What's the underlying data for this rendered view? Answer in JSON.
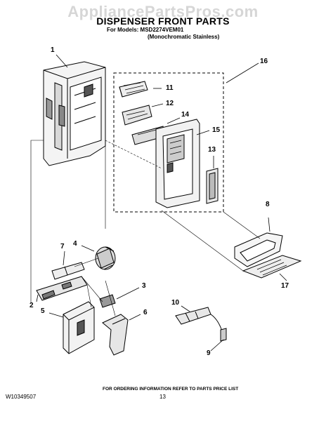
{
  "watermark": "AppliancePartsPros.com",
  "header": {
    "title": "DISPENSER FRONT PARTS",
    "models_line": "For Models: MSD2274VEM01",
    "finish_line": "(Monochromatic Stainless)"
  },
  "callouts": [
    "1",
    "2",
    "3",
    "4",
    "5",
    "6",
    "7",
    "8",
    "9",
    "10",
    "11",
    "12",
    "13",
    "14",
    "15",
    "16",
    "17"
  ],
  "footer": {
    "order_info": "FOR ORDERING INFORMATION REFER TO PARTS PRICE LIST",
    "doc_number": "W10349507",
    "page_number": "13"
  }
}
